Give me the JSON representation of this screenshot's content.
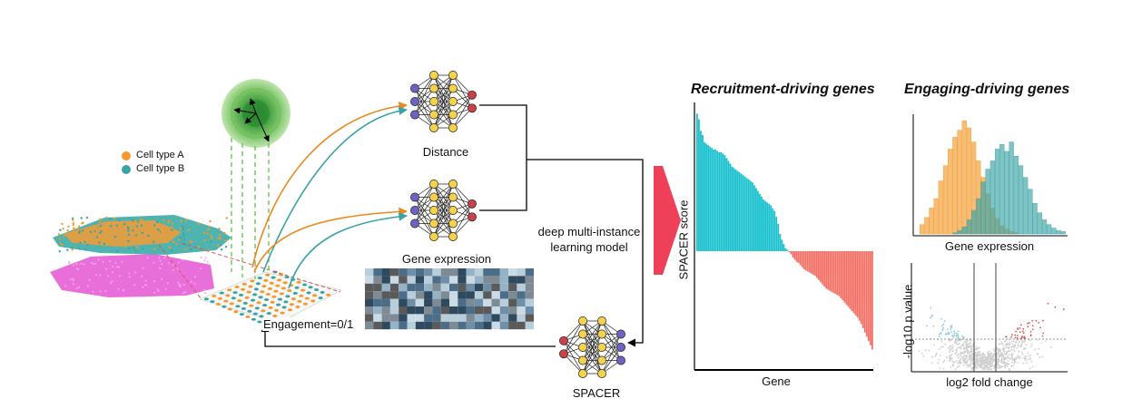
{
  "legend": {
    "items": [
      {
        "label": "Cell type  A",
        "color": "#f39a2b"
      },
      {
        "label": "Cell type  B",
        "color": "#3aa3a6"
      }
    ]
  },
  "networks": {
    "distance_label": "Distance",
    "gene_expression_label": "Gene expression",
    "spacer_label": "SPACER"
  },
  "model": {
    "line1": "deep multi-instance",
    "line2": "learning model"
  },
  "engagement_label": "Engagement=0/1",
  "recruitment": {
    "title": "Recruitment-driving genes",
    "ylabel": "SPACER score",
    "xlabel": "Gene"
  },
  "engaging": {
    "title": "Engaging-driving genes",
    "hist_xlabel": "Gene expression",
    "volcano_xlabel": "log2 fold change",
    "volcano_ylabel": "-log10 p value"
  },
  "colors": {
    "orange": "#f39a2b",
    "teal": "#3aa3a6",
    "cyan_bar": "#19c1cf",
    "red_bar": "#f47167",
    "pink_tissue": "#e55fd6",
    "arrow_red": "#ee4059",
    "node_blue": "#6d63c4",
    "node_yellow": "#f4d24b",
    "node_red": "#c9414a"
  },
  "chart_data": [
    {
      "type": "bar",
      "title": "Recruitment-driving genes",
      "xlabel": "Gene",
      "ylabel": "SPACER score",
      "values": [
        9.6,
        9.2,
        8.4,
        8.1,
        7.6,
        7.5,
        7.4,
        7.3,
        7.2,
        7.1,
        7.1,
        7.0,
        6.9,
        6.9,
        6.8,
        6.7,
        6.5,
        6.3,
        6.1,
        5.9,
        5.8,
        5.7,
        5.6,
        5.5,
        5.4,
        5.3,
        5.2,
        5.1,
        5.0,
        4.9,
        4.8,
        4.6,
        4.4,
        4.2,
        4.0,
        3.8,
        3.6,
        3.5,
        3.4,
        3.3,
        3.2,
        3.0,
        2.8,
        2.4,
        1.9,
        1.2,
        0.8,
        0.5,
        0.2,
        0.1,
        -0.1,
        -0.3,
        -0.6,
        -0.8,
        -1.0,
        -1.1,
        -1.3,
        -1.5,
        -1.7,
        -1.8,
        -1.9,
        -2.0,
        -2.1,
        -2.2,
        -2.3,
        -2.5,
        -2.7,
        -2.9,
        -3.1,
        -3.3,
        -3.5,
        -3.6,
        -3.7,
        -3.8,
        -3.9,
        -4.0,
        -4.1,
        -4.2,
        -4.4,
        -4.6,
        -4.8,
        -5.0,
        -5.2,
        -5.4,
        -5.6,
        -5.8,
        -6.0,
        -6.2,
        -6.5,
        -6.8,
        -7.2,
        -7.6,
        -8.0,
        -8.4,
        -8.8,
        -9.2
      ]
    },
    {
      "type": "histogram",
      "xlabel": "Gene expression",
      "series": [
        {
          "color": "#f39a2b",
          "values": [
            0.0,
            0.08,
            0.14,
            0.22,
            0.3,
            0.45,
            0.58,
            0.72,
            0.82,
            0.88,
            0.96,
            0.9,
            0.78,
            0.62,
            0.48,
            0.34,
            0.22,
            0.13,
            0.07,
            0.04,
            0.02,
            0.01,
            0.0,
            0.0,
            0.0,
            0.0,
            0.0,
            0.0,
            0.0,
            0.0,
            0.0,
            0.0
          ]
        },
        {
          "color": "#3aa3a6",
          "values": [
            0.0,
            0.0,
            0.0,
            0.0,
            0.0,
            0.0,
            0.0,
            0.0,
            0.01,
            0.03,
            0.06,
            0.12,
            0.2,
            0.3,
            0.44,
            0.55,
            0.62,
            0.72,
            0.76,
            0.7,
            0.78,
            0.66,
            0.58,
            0.48,
            0.38,
            0.26,
            0.18,
            0.12,
            0.08,
            0.05,
            0.03,
            0.02
          ]
        }
      ]
    },
    {
      "type": "scatter",
      "xlabel": "log2 fold change",
      "ylabel": "-log10 p value"
    }
  ]
}
